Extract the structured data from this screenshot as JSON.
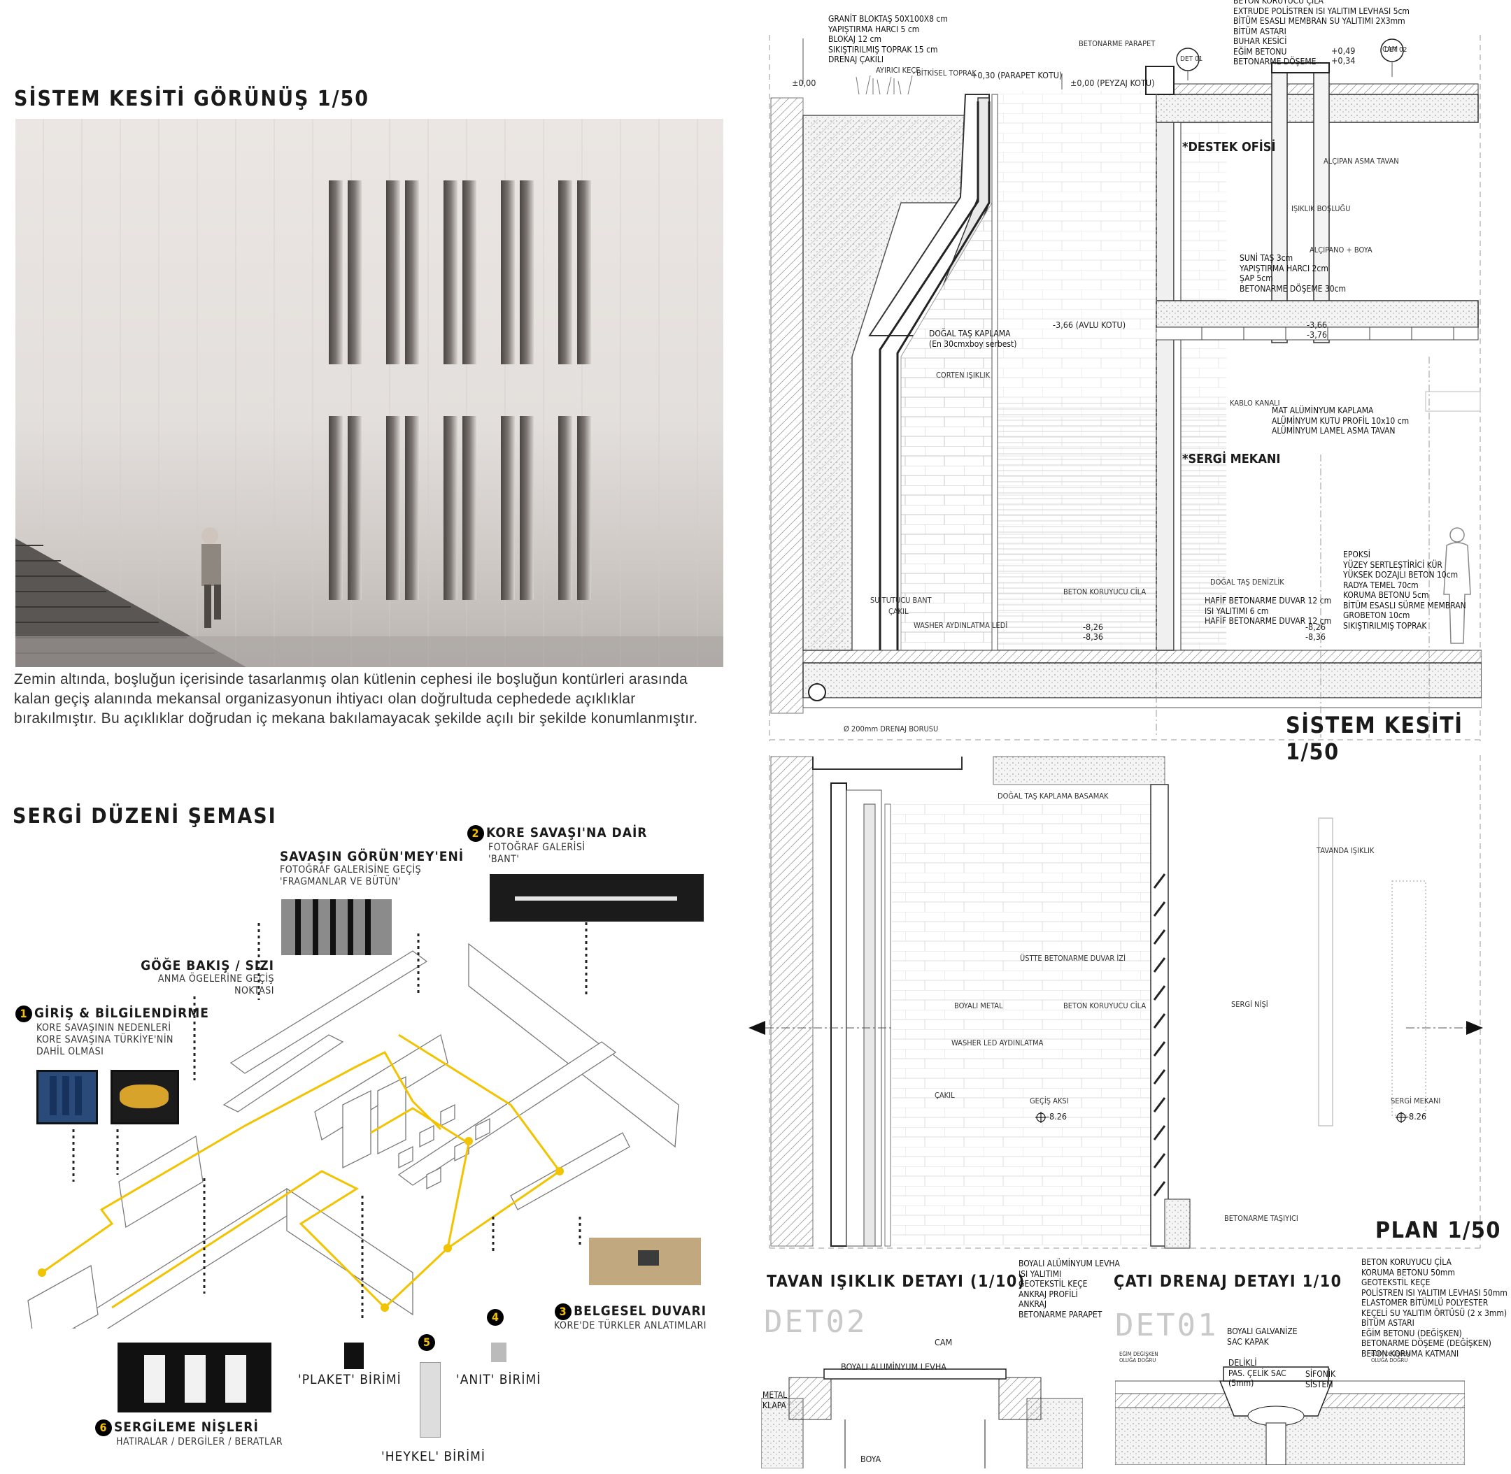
{
  "elevation": {
    "title": "SİSTEM KESİTİ GÖRÜNÜŞ 1/50",
    "description": "Zemin altında, boşluğun içerisinde tasarlanmış olan kütlenin cephesi ile boşluğun kontürleri arasında kalan geçiş alanında mekansal organizasyonun ihtiyacı olan doğrultuda cephedede açıklıklar bırakılmıştır. Bu açıklıklar doğrudan iç mekana bakılamayacak şekilde açılı bir şekilde konumlanmıştır."
  },
  "exhibition": {
    "title": "SERGİ DÜZENİ ŞEMASI",
    "items": [
      {
        "num": "1",
        "title": "GİRİŞ & BİLGİLENDİRME",
        "sub": [
          "KORE SAVAŞININ NEDENLERİ",
          "KORE SAVAŞINA TÜRKİYE'NİN",
          "DAHİL OLMASI"
        ]
      },
      {
        "num": "2",
        "title": "KORE SAVAŞI'NA DAİR",
        "sub": [
          "FOTOĞRAF GALERİSİ",
          "'BANT'"
        ]
      },
      {
        "num": "3",
        "title": "BELGESEL  DUVARI",
        "sub": [
          "KORE'DE TÜRKLER ANLATIMLARI"
        ]
      },
      {
        "num": "4",
        "title": "'ANIT' BİRİMİ",
        "sub": []
      },
      {
        "num": "5",
        "title": "'HEYKEL' BİRİMİ",
        "sub": []
      },
      {
        "num": "6",
        "title": "SERGİLEME NİŞLERİ",
        "sub": [
          "HATIRALAR / DERGİLER / BERATLAR"
        ]
      }
    ],
    "extra": {
      "gorun_title": "SAVAŞIN GÖRÜN'MEY'ENİ",
      "gorun_sub": [
        "FOTOĞRAF GALERİSİNE GEÇİŞ",
        "'FRAGMANLAR VE BÜTÜN'"
      ],
      "goge_title": "GÖĞE BAKIŞ / SIZI",
      "goge_sub": [
        "ANMA ÖGELERİNE GEÇİŞ",
        "NOKTASI"
      ],
      "plaket": "'PLAKET' BİRİMİ"
    }
  },
  "section": {
    "title": "SİSTEM KESİTİ 1/50",
    "layers_top": [
      "GRANİT BLOKTAŞ 50X100X8 cm",
      "YAPIŞTIRMA HARCI 5 cm",
      "BLOKAJ 12 cm",
      "SIKIŞTIRILMIŞ TOPRAK 15 cm",
      "DRENAJ ÇAKILI"
    ],
    "layers_roof": [
      "BETON KORUYUCU ÇİLA",
      "EXTRUDE POLİSTREN ISI YALITIM LEVHASI 5cm",
      "BİTÜM ESASLI MEMBRAN SU YALITIMI 2X3mm",
      "BİTÜM ASTARI",
      "BUHAR KESİCİ",
      "EĞİM BETONU",
      "BETONARME DÖŞEME"
    ],
    "ayirici": "AYIRICI KEÇE",
    "bitkisel": "BİTKİSEL TOPRAK",
    "betonarme_parapet": "BETONARME PARAPET",
    "cam": "CAM",
    "det01": "DET 01",
    "det02": "DET 02",
    "lv_0": "±0,00",
    "lv_parapet": "+0,30 (PARAPET KOTU)",
    "lv_peyzaj": "±0,00 (PEYZAJ KOTU)",
    "lv_049": "+0,49",
    "lv_034": "+0,34",
    "destek": "*DESTEK OFİSİ",
    "alcipan_asma": "ALÇIPAN ASMA TAVAN",
    "isiklik": "IŞIKLIK BOŞLUĞU",
    "alcipan_boya": "ALÇIPANO + BOYA",
    "floor_layers": [
      "SUNİ TAŞ 3cm",
      "YAPIŞTIRMA HARCI 2cm",
      "ŞAP 5cm",
      "BETONARME DÖŞEME 30cm"
    ],
    "dogal_tas": [
      "DOĞAL TAŞ KAPLAMA",
      "(En 30cmxboy serbest)"
    ],
    "corten": "CORTEN IŞIKLIK",
    "lv_avlu": "-3,66 (AVLU KOTU)",
    "lv_366": "-3,66",
    "lv_376": "-3,76",
    "kablo": "KABLO KANALI",
    "ceiling_layers": [
      "MAT ALÜMİNYUM KAPLAMA",
      "ALÜMİNYUM KUTU PROFİL 10x10 cm",
      "ALÜMİNYUM LAMEL ASMA TAVAN"
    ],
    "sergi": "*SERGİ MEKANI",
    "beton_koruyucu": "BETON KORUYUCU CİLA",
    "denizlik": "DOĞAL TAŞ DENİZLİK",
    "wall_layers": [
      "HAFİF BETONARME DUVAR 12 cm",
      "ISI YALITIMI 6 cm",
      "HAFİF BETONARME DUVAR 12 cm"
    ],
    "ground_layers": [
      "EPOKSİ",
      "YÜZEY SERTLEŞTİRİCİ KÜR",
      "YÜKSEK DOZAJLI BETON 10cm",
      "RADYA TEMEL 70cm",
      "KORUMA BETONU 5cm",
      "BİTÜM ESASLI SÜRME MEMBRAN",
      "GROBETON 10cm",
      "SIKIŞTIRILMIŞ TOPRAK"
    ],
    "su_tutucu": "SU TUTUCU BANT",
    "cakil": "ÇAKIL",
    "washer": "WASHER AYDINLATMA LEDİ",
    "lv_826": "-8,26",
    "lv_836": "-8,36",
    "dren": "Ø 200mm DRENAJ BORUSU"
  },
  "plan": {
    "title": "PLAN 1/50",
    "basamak": "DOĞAL TAŞ KAPLAMA BASAMAK",
    "ustte": "ÜSTTE BETONARME DUVAR İZİ",
    "boyali": "BOYALI METAL",
    "beton_cila": "BETON KORUYUCU CİLA",
    "washer": "WASHER LED AYDINLATMA",
    "cakil": "ÇAKIL",
    "gecis": "GEÇİŞ AKSI",
    "lv": "-8.26",
    "tavanda": "TAVANDA IŞIKLIK",
    "sergi_nisi": "SERGİ NİŞİ",
    "sergi_mekani": "SERGİ MEKANI",
    "tasiyici": "BETONARME TAŞIYICI"
  },
  "det02": {
    "title": "TAVAN IŞIKLIK DETAYI (1/10)",
    "code": "DET02",
    "layers": [
      "BOYALI ALÜMİNYUM LEVHA",
      "ISI YALITIMI",
      "GEOTEKSTİL KEÇE",
      "ANKRAJ PROFİLİ",
      "ANKRAJ",
      "BETONARME PARAPET"
    ],
    "cam": "CAM",
    "boyali": "BOYALI ALUMİNYUM LEVHA",
    "metal_klapa": [
      "METAL",
      "KLAPA"
    ],
    "boya": "BOYA"
  },
  "det01": {
    "title": "ÇATI DRENAJ DETAYI 1/10",
    "code": "DET01",
    "layers": [
      "BETON KORUYUCU ÇİLA",
      "KORUMA BETONU 50mm",
      "GEOTEKSTİL KEÇE",
      "POLİSTREN ISI YALITIM LEVHASI 50mm",
      "ELASTOMER BİTÜMLÜ POLYESTER",
      "KEÇELİ SU YALITIM ÖRTÜSÜ (2 x 3mm)",
      "BİTÜM ASTARI",
      "EĞİM BETONU (DEĞİŞKEN)",
      "BETONARME DÖŞEME (DEĞİŞKEN)",
      "BETON KORUMA KATMANI"
    ],
    "galvaniz": [
      "BOYALI GALVANİZE",
      "SAC KAPAK"
    ],
    "delikli": [
      "DELİKLİ",
      "PAS. ÇELİK SAC",
      "(5mm)"
    ],
    "sifonik": [
      "SİFONİK",
      "SİSTEM"
    ],
    "egim": [
      "EĞİM DEĞİŞKEN",
      "OLUĞA DOĞRU"
    ]
  },
  "colors": {
    "accent": "#f2c300",
    "concrete": "#e6e1de",
    "dark": "#1b1b1b",
    "brown": "#c2a87e"
  }
}
